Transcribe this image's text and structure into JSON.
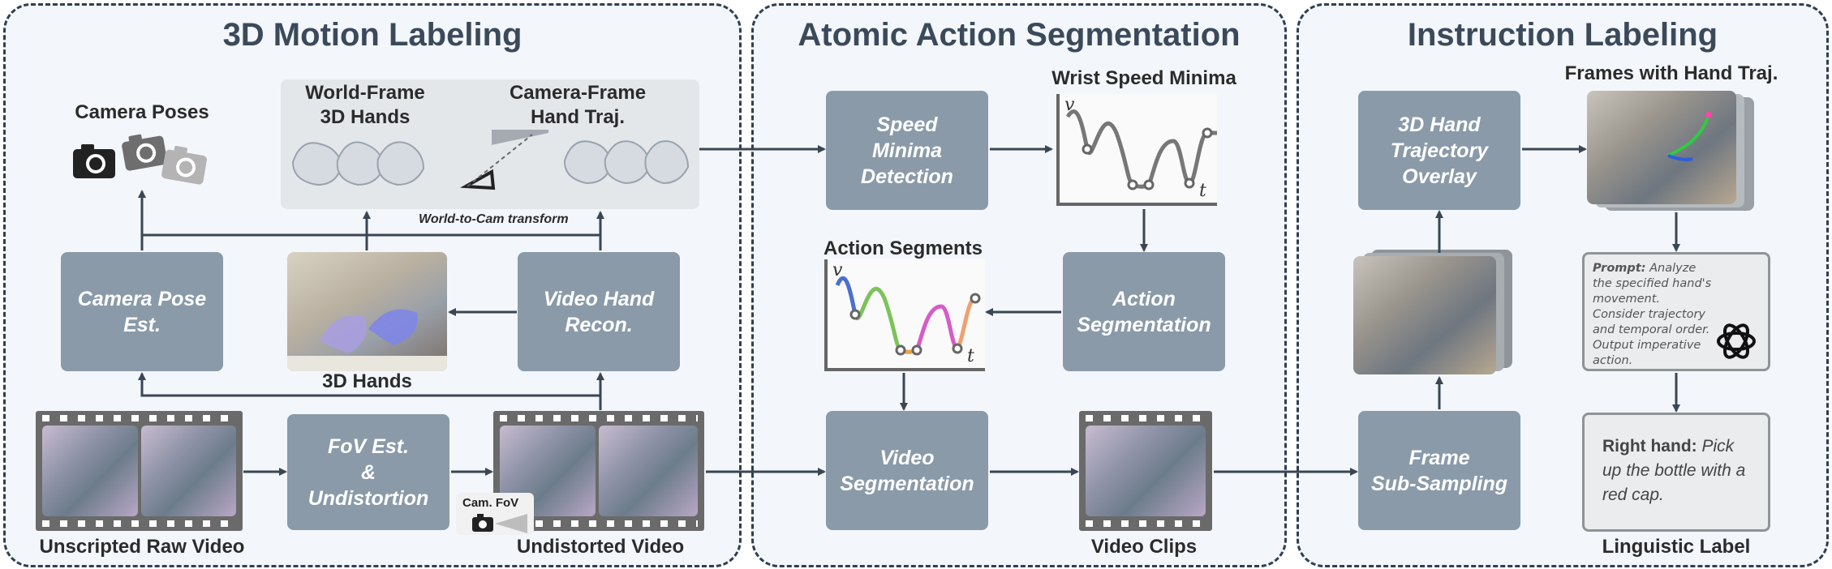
{
  "panels": {
    "motion": {
      "title": "3D Motion Labeling"
    },
    "segmentation": {
      "title": "Atomic Action Segmentation"
    },
    "instruction": {
      "title": "Instruction Labeling"
    }
  },
  "motion": {
    "camera_poses_label": "Camera Poses",
    "world_frame_label": "World-Frame\n3D Hands",
    "camera_frame_label": "Camera-Frame\nHand Traj.",
    "transform_note": "World-to-Cam transform",
    "camera_pose_est": "Camera Pose\nEst.",
    "hands_3d_label": "3D Hands",
    "video_hand_recon": "Video Hand\nRecon.",
    "fov_est": "FoV Est.\n&\nUndistortion",
    "raw_video_label": "Unscripted Raw Video",
    "undistorted_label": "Undistorted Video",
    "cam_fov_label": "Cam. FoV"
  },
  "segmentation": {
    "speed_minima_detection": "Speed\nMinima\nDetection",
    "wrist_speed_label": "Wrist Speed Minima",
    "action_segments_label": "Action Segments",
    "action_segmentation": "Action\nSegmentation",
    "video_segmentation": "Video\nSegmentation",
    "video_clips_label": "Video Clips",
    "axis_v": "v",
    "axis_t": "t"
  },
  "instruction": {
    "overlay_box": "3D Hand\nTrajectory\nOverlay",
    "frames_label": "Frames with Hand Traj.",
    "prompt_title": "Prompt:",
    "prompt_text": " Analyze the specified hand's movement. Consider trajectory and temporal order. Output imperative action.",
    "sub_sampling": "Frame\nSub-Sampling",
    "answer_title": "Right hand:",
    "answer_text": " Pick up the bottle with a red cap.",
    "linguistic_label": "Linguistic Label"
  },
  "colors": {
    "box": "#8a9aa9",
    "arrow": "#3a4654",
    "border": "#2e3f52",
    "segments": [
      "#4a6fd0",
      "#7cc35a",
      "#f0a040",
      "#d85ac8",
      "#6ab0e0"
    ]
  }
}
